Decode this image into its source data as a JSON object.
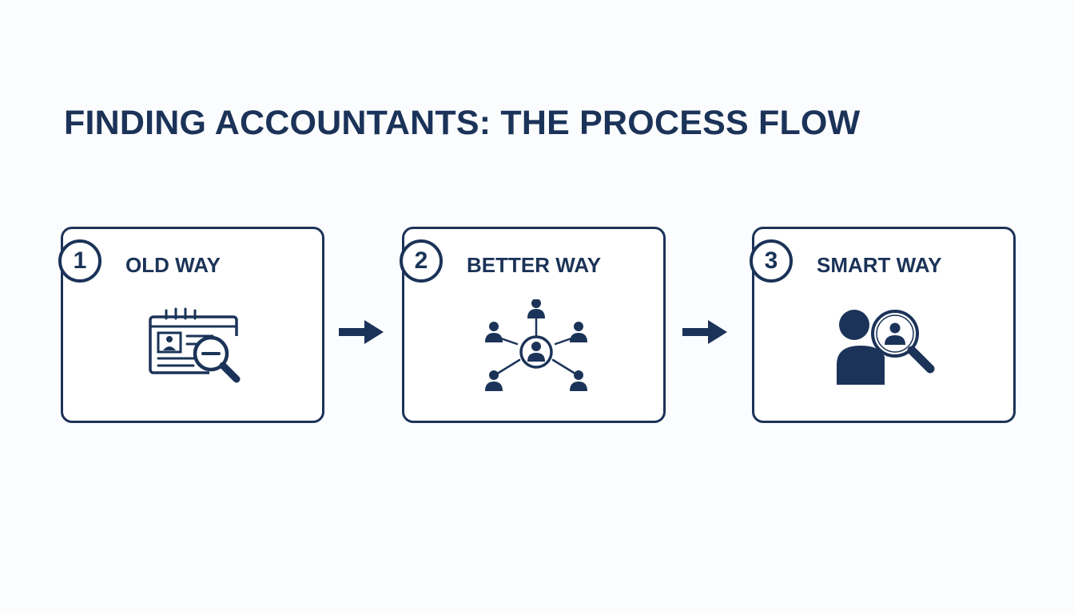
{
  "title": "FINDING ACCOUNTANTS: THE PROCESS FLOW",
  "colors": {
    "primary": "#1b3358",
    "background": "#fbfcfe",
    "card": "#ffffff"
  },
  "steps": [
    {
      "number": "1",
      "label": "OLD WAY",
      "icon": "directory-search-icon"
    },
    {
      "number": "2",
      "label": "BETTER WAY",
      "icon": "network-icon"
    },
    {
      "number": "3",
      "label": "SMART WAY",
      "icon": "person-search-icon"
    }
  ],
  "connectors": [
    "arrow-right-icon",
    "arrow-right-icon"
  ]
}
